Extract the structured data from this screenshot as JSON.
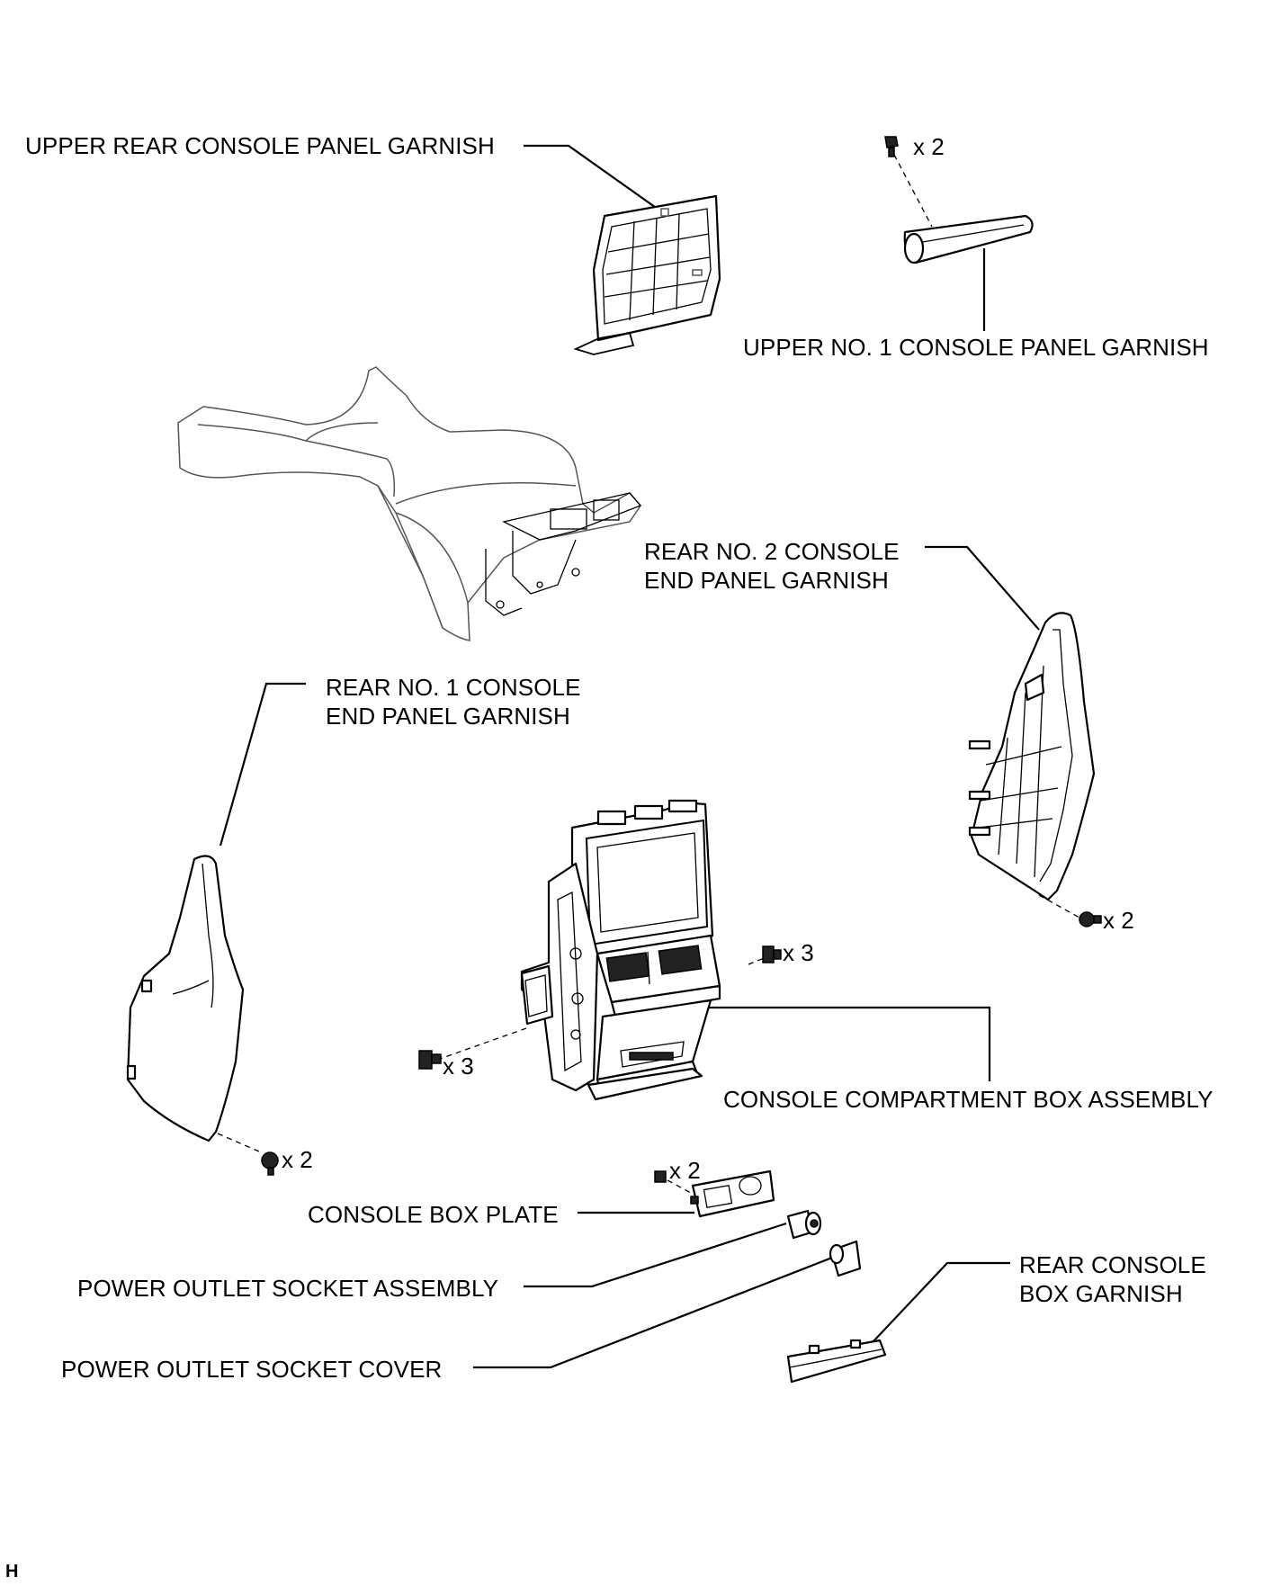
{
  "labels": {
    "upper_rear_console_panel_garnish": "UPPER REAR CONSOLE PANEL GARNISH",
    "upper_no1_console_panel_garnish": "UPPER NO. 1 CONSOLE PANEL GARNISH",
    "rear_no2_console_end_panel_garnish_line1": "REAR NO. 2 CONSOLE",
    "rear_no2_console_end_panel_garnish_line2": "END PANEL GARNISH",
    "rear_no1_console_end_panel_garnish_line1": "REAR NO. 1 CONSOLE",
    "rear_no1_console_end_panel_garnish_line2": "END PANEL GARNISH",
    "console_compartment_box_assembly": "CONSOLE COMPARTMENT BOX ASSEMBLY",
    "console_box_plate": "CONSOLE BOX PLATE",
    "power_outlet_socket_assembly": "POWER OUTLET SOCKET ASSEMBLY",
    "power_outlet_socket_cover": "POWER OUTLET SOCKET COVER",
    "rear_console_box_garnish_line1": "REAR CONSOLE",
    "rear_console_box_garnish_line2": "BOX GARNISH"
  },
  "quantities": {
    "upper_clip": "x 2",
    "no2_end_panel_screws": "x 2",
    "box_right_bolts": "x 3",
    "box_left_bolts": "x 3",
    "no1_end_panel_screws": "x 2",
    "box_plate_screws": "x 2"
  },
  "corner_code": "H"
}
